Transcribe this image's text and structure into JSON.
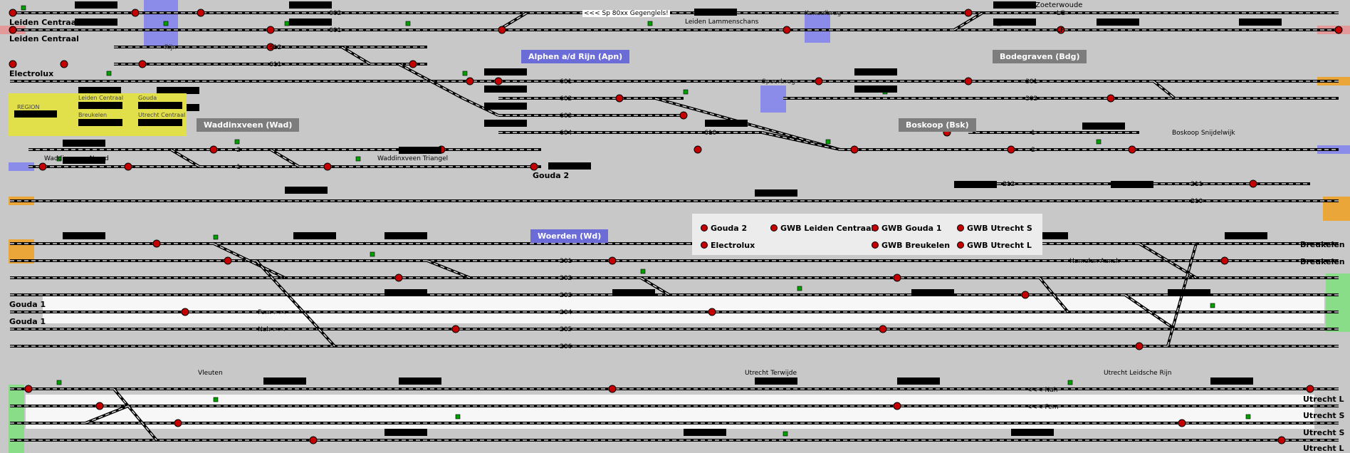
{
  "stations": {
    "alphen": "Alphen a/d Rijn (Apn)",
    "bodegraven": "Bodegraven (Bdg)",
    "waddinxveen": "Waddinxveen (Wad)",
    "boskoop": "Boskoop (Bsk)",
    "woerden": "Woerden (Wd)"
  },
  "edge_labels": {
    "leiden_centraal_1": "Leiden Centraal",
    "leiden_centraal_2": "Leiden Centraal",
    "electrolux": "Electrolux",
    "gouda_1a": "Gouda 1",
    "gouda_1b": "Gouda 1",
    "gouda_2": "Gouda 2",
    "zoeterwoude": "Zoeterwoude",
    "breukelen_1": "Breukelen",
    "breukelen_2": "Breukelen",
    "utrecht_l_1": "Utrecht L",
    "utrecht_s_1": "Utrecht S",
    "utrecht_s_2": "Utrecht S",
    "utrecht_l_2": "Utrecht L"
  },
  "place_labels": {
    "sp_gegenglels": "<<< Sp 80xx Gegenglels!",
    "leiden_lammenschans": "Leiden Lammenschans",
    "kanaalbrug": "Kanaalbrug",
    "rijn": "Rijn",
    "spoorbrug": "Spoorbrug",
    "waddinxveen_noord": "Waddinxveen Noord",
    "waddinxveen_triangel": "Waddinxveen Triangel",
    "boskoop_snijdelwijk": "Boskoop Snijdelwijk",
    "hamelen_aansl": "Hamelen Aansl.",
    "vleuten": "Vleuten",
    "utrecht_terwijde": "Utrecht Terwijde",
    "utrecht_leidsche_rijn": "Utrecht Leidsche Rijn",
    "fem_1": "Fem >>>",
    "nah_1": "Nah >>>",
    "nah_2": "<<< Nah",
    "fem_2": "<<< Fem"
  },
  "track_numbers": {
    "t602": "- 602 -",
    "t601": "- 601 -",
    "t612": "- 612 -",
    "t611": "- 611 -",
    "tlg": "- LG -",
    "tlf": "- LF -",
    "a601": "- 601 -",
    "a602": "- 602 -",
    "a603": "- 603 -",
    "a604": "- 604 -",
    "a610": "- 610 -",
    "b301": "- 301 -",
    "b302": "- 302 -",
    "k1": "- 1 -",
    "k2": "- 2 -",
    "w2": "- 2 -",
    "w1": "- 1 -",
    "t212": "- 212 -",
    "t211": "- 211 -",
    "t210": "- 210 -",
    "t201": "- 201 -",
    "t202": "- 202 -",
    "t203": "- 203 -",
    "t204": "- 204 -",
    "t205": "- 205 -",
    "t206": "- 206 -"
  },
  "region_box": {
    "title": "REGION",
    "leiden": "Leiden Centraal",
    "gouda": "Gouda",
    "breukelen": "Breukelen",
    "utrecht": "Utrecht Centraal"
  },
  "legend": {
    "items": [
      "Gouda 2",
      "GWB Leiden Centraal",
      "GWB Gouda 1",
      "GWB Utrecht S",
      "Electrolux",
      "GWB Breukelen",
      "GWB Utrecht L"
    ]
  },
  "colors": {
    "background": "#c8c8c8",
    "track": "#000000",
    "signal_red": "#c40000",
    "signal_green": "#00a000",
    "station_grey": "#7d7d7d",
    "station_blue": "#6c6cd8",
    "region_yellow": "#e2e04a",
    "edge_orange": "#f0a020",
    "edge_green": "#7ee07e",
    "edge_pink": "#e89090",
    "edge_blue": "#8080f0"
  }
}
